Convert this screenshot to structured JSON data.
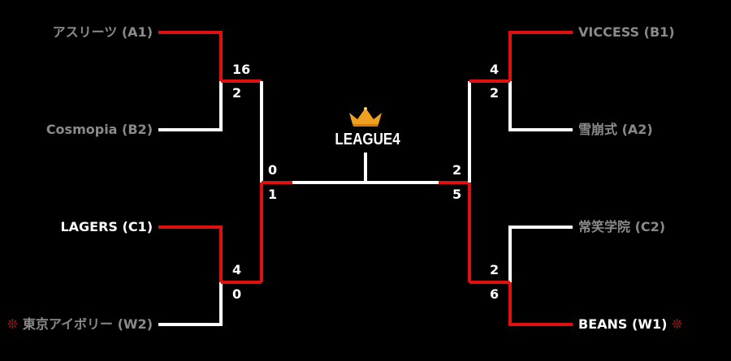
{
  "league": {
    "title": "LEAGUE4"
  },
  "colors": {
    "win": "#e01010",
    "lose": "#ffffff",
    "dim_text": "#8a8a8a",
    "bright_text": "#ffffff",
    "background": "#000000",
    "crown": "#f0a020"
  },
  "teams": {
    "a1": {
      "name": "アスリーツ",
      "seed": "(A1)"
    },
    "b2": {
      "name": "Cosmopia",
      "seed": "(B2)"
    },
    "c1": {
      "name": "LAGERS",
      "seed": "(C1)"
    },
    "w2": {
      "mark": "❊",
      "name": "東京アイボリー",
      "seed": "(W2)"
    },
    "b1": {
      "name": "VICCESS",
      "seed": "(B1)"
    },
    "a2": {
      "name": "雪崩式",
      "seed": "(A2)"
    },
    "c2": {
      "name": "常笑学院",
      "seed": "(C2)"
    },
    "w1": {
      "name": "BEANS",
      "seed": "(W1)",
      "mark": "❊"
    }
  },
  "scores": {
    "left_qf1_top": "16",
    "left_qf1_bottom": "2",
    "left_qf2_top": "4",
    "left_qf2_bottom": "0",
    "left_sf_top": "0",
    "left_sf_bottom": "1",
    "right_qf1_top": "4",
    "right_qf1_bottom": "2",
    "right_qf2_top": "2",
    "right_qf2_bottom": "6",
    "right_sf_top": "2",
    "right_sf_bottom": "5"
  }
}
